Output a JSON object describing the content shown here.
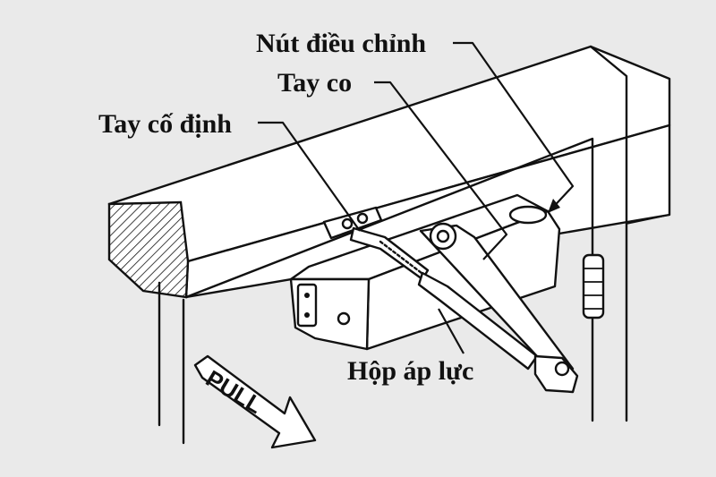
{
  "diagram": {
    "labels": {
      "adjust_knob": "Nút điều chỉnh",
      "arm": "Tay co",
      "fixed_arm": "Tay cố định",
      "pressure_box": "Hộp áp lực"
    },
    "sign": {
      "text": "PULL"
    },
    "colors": {
      "background": "#eaeaea",
      "line": "#111111",
      "fill": "#ffffff"
    }
  }
}
